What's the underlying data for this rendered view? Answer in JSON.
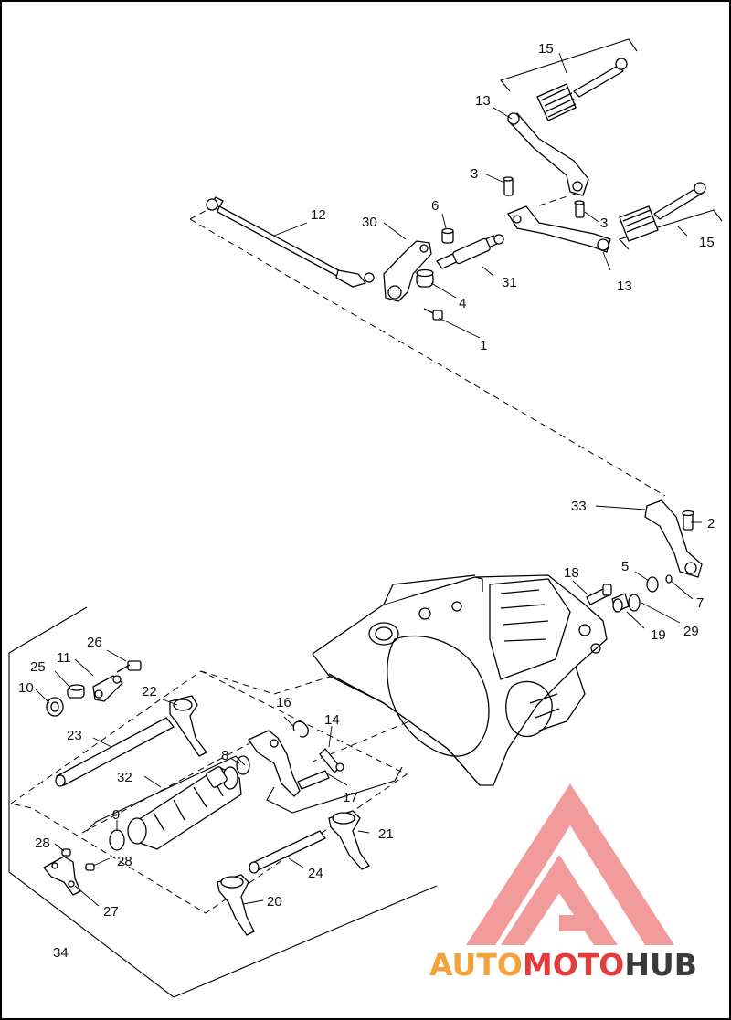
{
  "diagram": {
    "callouts": {
      "c1": "1",
      "c2": "2",
      "c3a": "3",
      "c3b": "3",
      "c4": "4",
      "c5": "5",
      "c6": "6",
      "c7": "7",
      "c8": "8",
      "c9": "9",
      "c10": "10",
      "c11": "11",
      "c12": "12",
      "c13a": "13",
      "c13b": "13",
      "c14": "14",
      "c15a": "15",
      "c15b": "15",
      "c16": "16",
      "c17": "17",
      "c18": "18",
      "c19": "19",
      "c20": "20",
      "c21": "21",
      "c22": "22",
      "c23": "23",
      "c24": "24",
      "c25": "25",
      "c26": "26",
      "c27": "27",
      "c28a": "28",
      "c28b": "28",
      "c29": "29",
      "c30": "30",
      "c31": "31",
      "c32": "32",
      "c33": "33",
      "c34": "34"
    }
  },
  "watermark": {
    "part1": "AUTO",
    "part2": "MOTO",
    "part3": "HUB",
    "color_light": "#f4a23a",
    "color_red": "#e63b3b",
    "color_dark": "#3a3a3a"
  }
}
